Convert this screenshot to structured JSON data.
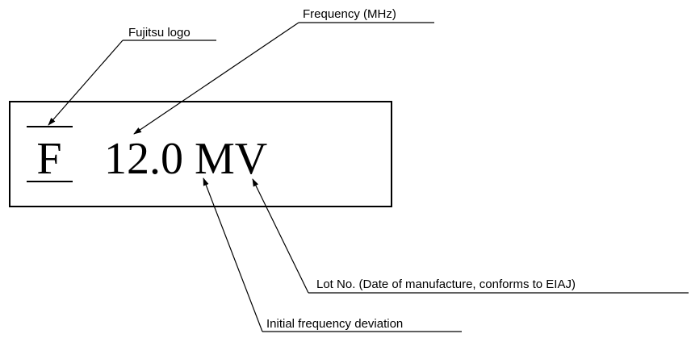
{
  "marking": {
    "logo_letter": "F",
    "text": "12.0 MV"
  },
  "labels": {
    "fujitsu_logo": "Fujitsu logo",
    "frequency": "Frequency (MHz)",
    "lot_no": "Lot No. (Date of manufacture, conforms to EIAJ)",
    "initial_deviation": "Initial frequency deviation"
  }
}
